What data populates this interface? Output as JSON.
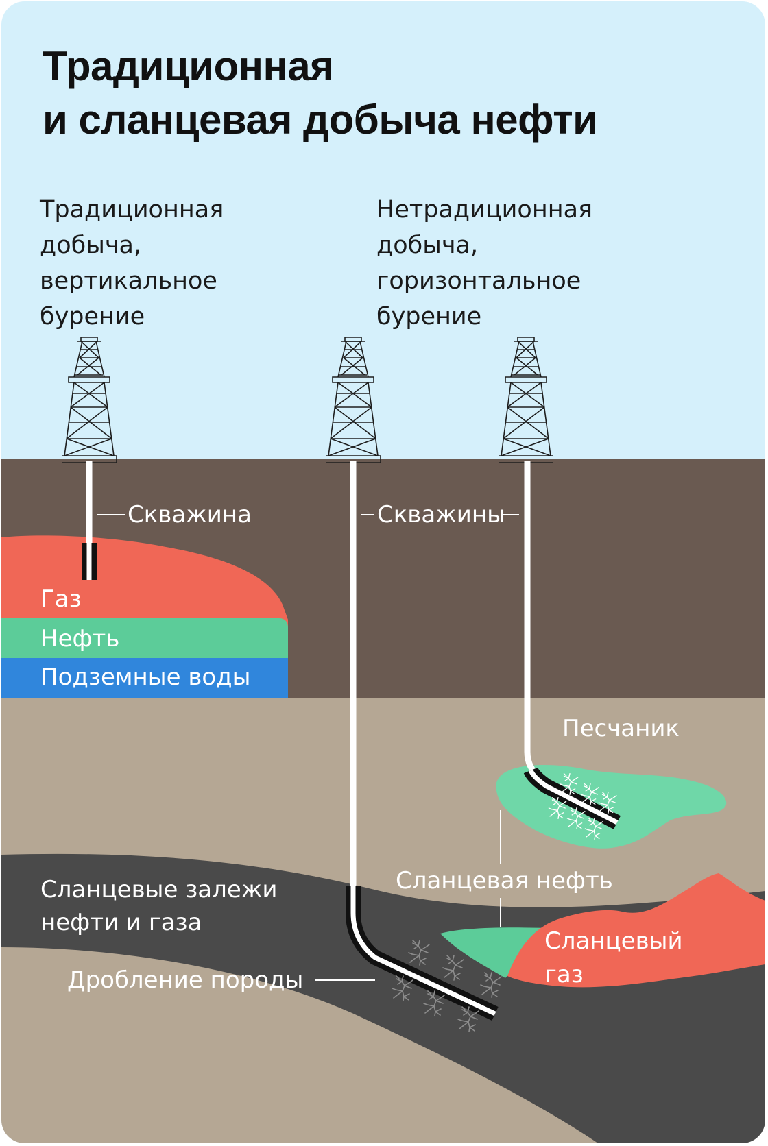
{
  "title": {
    "line1": "Традиционная",
    "line2": "и сланцевая добыча нефти"
  },
  "columns": {
    "traditional": [
      "Традиционная",
      "добыча,",
      "вертикальное",
      "бурение"
    ],
    "unconventional": [
      "Нетрадиционная",
      "добыча,",
      "горизонтальное",
      "бурение"
    ]
  },
  "labels": {
    "well": "Скважина",
    "wells": "Скважины",
    "gas": "Газ",
    "oil": "Нефть",
    "groundwater": "Подземные воды",
    "sandstone": "Песчаник",
    "shale_deposits": [
      "Сланцевые залежи",
      "нефти и газа"
    ],
    "shale_oil": "Сланцевая нефть",
    "shale_gas": [
      "Сланцевый",
      "газ"
    ],
    "fracturing": "Дробление породы"
  },
  "colors": {
    "sky": "#d5f0fb",
    "soil_top": "#6a5a51",
    "soil_bottom": "#b5a794",
    "shale": "#4a4a4a",
    "gas": "#f06756",
    "oil": "#5ccc99",
    "water": "#3086dc",
    "sand_oil": "#6fd7a8"
  },
  "icons": [
    "drilling-rig-icon",
    "fracture-crack-icon"
  ]
}
